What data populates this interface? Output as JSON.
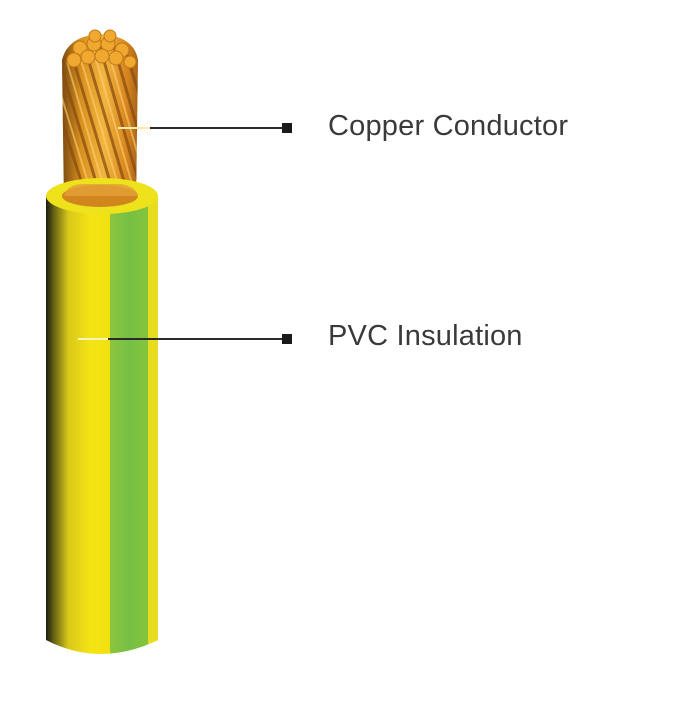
{
  "diagram": {
    "subject": "Single-core cable cross-section",
    "colors": {
      "background": "#ffffff",
      "insulation_yellow": "#f2e01a",
      "insulation_green": "#7cc242",
      "copper": "#e09a2c",
      "copper_dark": "#a85e14",
      "leader_line": "#2a2a2a",
      "label_text": "#3a3a3a"
    },
    "callouts": [
      {
        "id": "copper",
        "label": "Copper Conductor"
      },
      {
        "id": "pvc",
        "label": "PVC Insulation"
      }
    ]
  }
}
